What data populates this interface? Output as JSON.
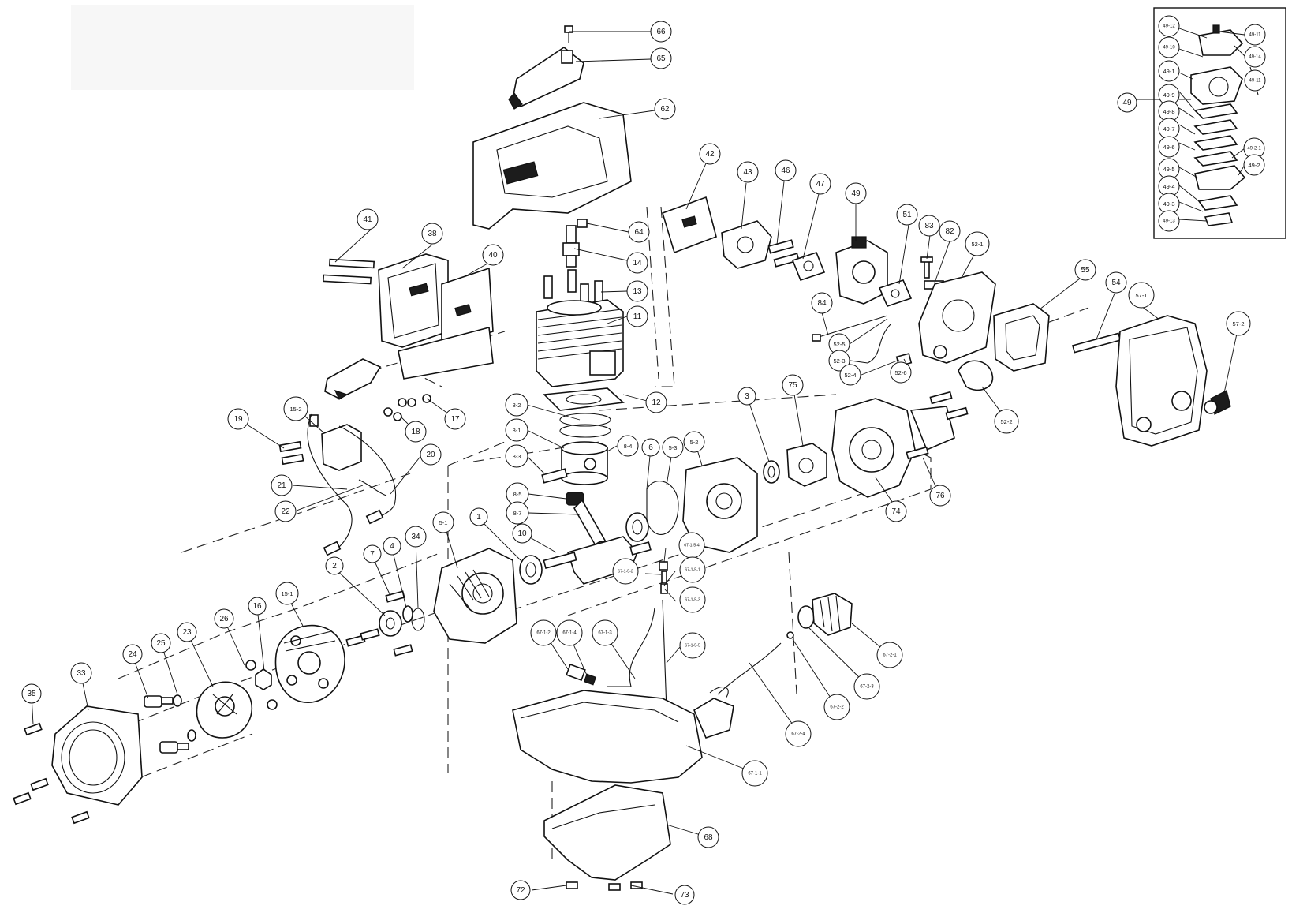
{
  "colors": {
    "ink": "#111111",
    "paper": "#ffffff",
    "panel": "#f7f7f7"
  },
  "callouts": [
    {
      "id": "c66",
      "label": "66"
    },
    {
      "id": "c65",
      "label": "65"
    },
    {
      "id": "c62",
      "label": "62"
    },
    {
      "id": "c64",
      "label": "64"
    },
    {
      "id": "c14",
      "label": "14"
    },
    {
      "id": "c13",
      "label": "13"
    },
    {
      "id": "c11",
      "label": "11"
    },
    {
      "id": "c12",
      "label": "12"
    },
    {
      "id": "c41",
      "label": "41"
    },
    {
      "id": "c38",
      "label": "38"
    },
    {
      "id": "c40",
      "label": "40"
    },
    {
      "id": "c42",
      "label": "42"
    },
    {
      "id": "c43",
      "label": "43"
    },
    {
      "id": "c46",
      "label": "46"
    },
    {
      "id": "c47",
      "label": "47"
    },
    {
      "id": "c49a",
      "label": "49"
    },
    {
      "id": "c51",
      "label": "51"
    },
    {
      "id": "c83",
      "label": "83"
    },
    {
      "id": "c82",
      "label": "82"
    },
    {
      "id": "c52_1",
      "label": "52-1"
    },
    {
      "id": "c55",
      "label": "55"
    },
    {
      "id": "c54",
      "label": "54"
    },
    {
      "id": "c57_1",
      "label": "57-1"
    },
    {
      "id": "c57_2",
      "label": "57-2"
    },
    {
      "id": "c84",
      "label": "84"
    },
    {
      "id": "c52_5",
      "label": "52-5"
    },
    {
      "id": "c52_3",
      "label": "52-3"
    },
    {
      "id": "c52_4",
      "label": "52-4"
    },
    {
      "id": "c52_6",
      "label": "52-6"
    },
    {
      "id": "c52_2",
      "label": "52-2"
    },
    {
      "id": "c17",
      "label": "17"
    },
    {
      "id": "c18",
      "label": "18"
    },
    {
      "id": "c15_2",
      "label": "15-2"
    },
    {
      "id": "c19",
      "label": "19"
    },
    {
      "id": "c20",
      "label": "20"
    },
    {
      "id": "c21",
      "label": "21"
    },
    {
      "id": "c22",
      "label": "22"
    },
    {
      "id": "c8_2",
      "label": "8-2"
    },
    {
      "id": "c8_1",
      "label": "8-1"
    },
    {
      "id": "c8_4",
      "label": "8-4"
    },
    {
      "id": "c8_3",
      "label": "8-3"
    },
    {
      "id": "c8_5",
      "label": "8-5"
    },
    {
      "id": "c8_7",
      "label": "8-7"
    },
    {
      "id": "c6",
      "label": "6"
    },
    {
      "id": "c5_3",
      "label": "5-3"
    },
    {
      "id": "c5_2",
      "label": "5-2"
    },
    {
      "id": "c3",
      "label": "3"
    },
    {
      "id": "c75",
      "label": "75"
    },
    {
      "id": "c74",
      "label": "74"
    },
    {
      "id": "c76",
      "label": "76"
    },
    {
      "id": "c10",
      "label": "10"
    },
    {
      "id": "c1",
      "label": "1"
    },
    {
      "id": "c5_1",
      "label": "5-1"
    },
    {
      "id": "c34",
      "label": "34"
    },
    {
      "id": "c4",
      "label": "4"
    },
    {
      "id": "c7",
      "label": "7"
    },
    {
      "id": "c2",
      "label": "2"
    },
    {
      "id": "c67_1_5_4",
      "label": "67-1-5-4"
    },
    {
      "id": "c67_1_5_2",
      "label": "67-1-5-2"
    },
    {
      "id": "c67_1_5_1",
      "label": "67-1-5-1"
    },
    {
      "id": "c67_1_5_3",
      "label": "67-1-5-3"
    },
    {
      "id": "c67_1_2",
      "label": "67-1-2"
    },
    {
      "id": "c67_1_4",
      "label": "67-1-4"
    },
    {
      "id": "c67_1_3",
      "label": "67-1-3"
    },
    {
      "id": "c67_1_5_5",
      "label": "67-1-5-5"
    },
    {
      "id": "c67_2_1",
      "label": "67-2-1"
    },
    {
      "id": "c67_2_3",
      "label": "67-2-3"
    },
    {
      "id": "c67_2_2",
      "label": "67-2-2"
    },
    {
      "id": "c67_2_4",
      "label": "67-2-4"
    },
    {
      "id": "c67_1_1",
      "label": "67-1-1"
    },
    {
      "id": "c68",
      "label": "68"
    },
    {
      "id": "c72",
      "label": "72"
    },
    {
      "id": "c73",
      "label": "73"
    },
    {
      "id": "c16",
      "label": "16"
    },
    {
      "id": "c15_1",
      "label": "15-1"
    },
    {
      "id": "c26",
      "label": "26"
    },
    {
      "id": "c23",
      "label": "23"
    },
    {
      "id": "c25",
      "label": "25"
    },
    {
      "id": "c24",
      "label": "24"
    },
    {
      "id": "c33",
      "label": "33"
    },
    {
      "id": "c35",
      "label": "35"
    },
    {
      "id": "i49_12",
      "label": "49-12"
    },
    {
      "id": "i49_11a",
      "label": "49-11"
    },
    {
      "id": "i49_10",
      "label": "49-10"
    },
    {
      "id": "i49_14",
      "label": "49-14"
    },
    {
      "id": "i49_1",
      "label": "49-1"
    },
    {
      "id": "i49_11b",
      "label": "49-11"
    },
    {
      "id": "i49",
      "label": "49"
    },
    {
      "id": "i49_9",
      "label": "49-9"
    },
    {
      "id": "i49_8",
      "label": "49-8"
    },
    {
      "id": "i49_7",
      "label": "49-7"
    },
    {
      "id": "i49_6",
      "label": "49-6"
    },
    {
      "id": "i49_2_1",
      "label": "49-2-1"
    },
    {
      "id": "i49_2",
      "label": "49-2"
    },
    {
      "id": "i49_5",
      "label": "49-5"
    },
    {
      "id": "i49_4",
      "label": "49-4"
    },
    {
      "id": "i49_3",
      "label": "49-3"
    },
    {
      "id": "i49_13",
      "label": "49-13"
    }
  ]
}
